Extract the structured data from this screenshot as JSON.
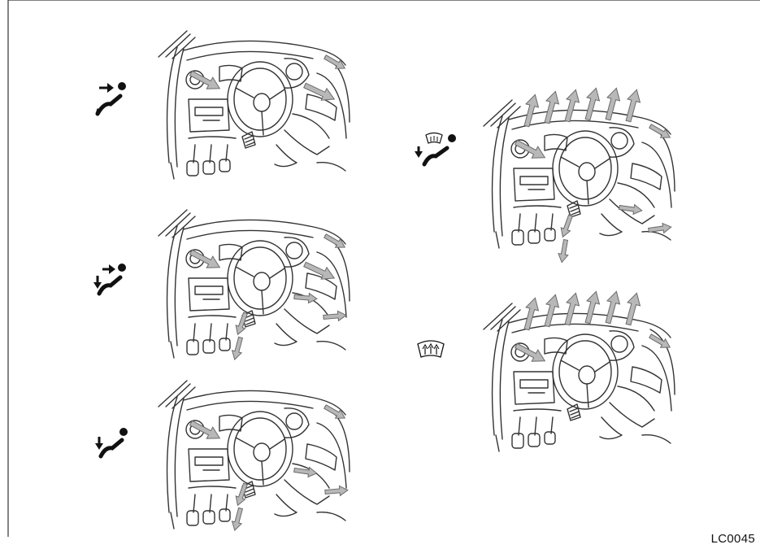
{
  "figure": {
    "code": "LC0045",
    "modes": [
      {
        "id": "vent",
        "icon": "vent-mode-icon",
        "airflow": [
          "face"
        ]
      },
      {
        "id": "bi-level",
        "icon": "bi-level-mode-icon",
        "airflow": [
          "face",
          "foot"
        ]
      },
      {
        "id": "foot",
        "icon": "foot-mode-icon",
        "airflow": [
          "foot"
        ]
      },
      {
        "id": "defrost-foot",
        "icon": "defrost-foot-mode-icon",
        "airflow": [
          "windshield",
          "foot"
        ]
      },
      {
        "id": "defrost",
        "icon": "defrost-mode-icon",
        "airflow": [
          "windshield"
        ]
      }
    ]
  },
  "colors": {
    "line": "#333333",
    "arrow_fill": "#b8b8b8",
    "arrow_stroke": "#6a6a6a"
  }
}
